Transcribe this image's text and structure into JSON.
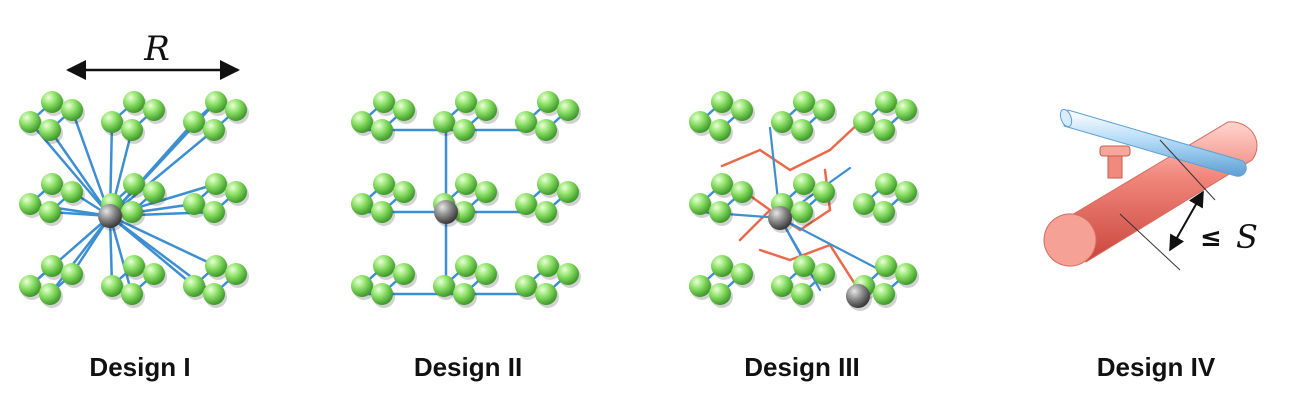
{
  "designs": [
    {
      "caption": "Design I",
      "label": "R"
    },
    {
      "caption": "Design II"
    },
    {
      "caption": "Design III"
    },
    {
      "caption": "Design IV",
      "label_symbol": "≤",
      "label_var": "S"
    }
  ],
  "colors": {
    "atom_green": "#7ed957",
    "atom_center": "#808080",
    "link_blue": "#3d8fd1",
    "link_red": "#e86a4a",
    "cylinder_red": "#f28a7c",
    "cylinder_blue": "#a9d3f5"
  }
}
